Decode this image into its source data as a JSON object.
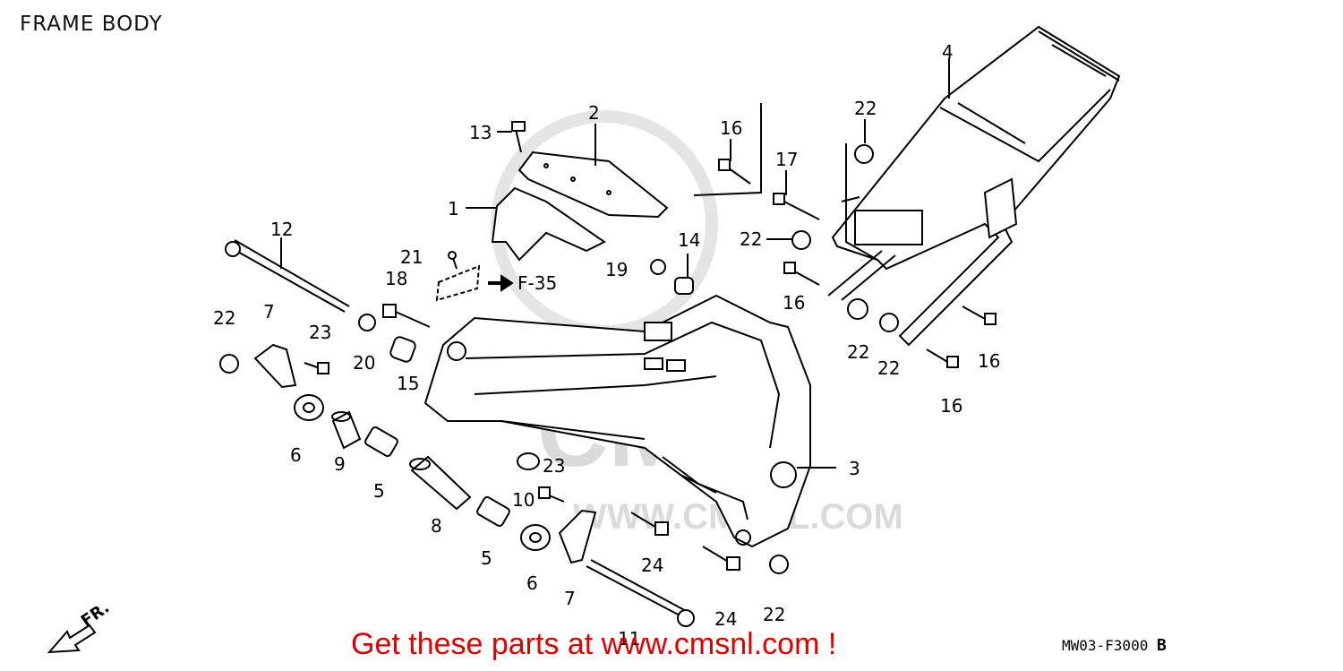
{
  "title": "FRAME BODY",
  "watermark": {
    "text": "CMS",
    "subtext": "WWW.CMSNL.COM"
  },
  "reference": {
    "label": "F-35"
  },
  "diagram_code": "MW03-F3000",
  "diagram_code_suffix": "B",
  "front_indicator": "FR.",
  "promo": "Get these parts at www.cmsnl.com !",
  "callouts": [
    {
      "id": "c1",
      "label": "1"
    },
    {
      "id": "c2",
      "label": "2"
    },
    {
      "id": "c3",
      "label": "3"
    },
    {
      "id": "c4",
      "label": "4"
    },
    {
      "id": "c5a",
      "label": "5"
    },
    {
      "id": "c5b",
      "label": "5"
    },
    {
      "id": "c6a",
      "label": "6"
    },
    {
      "id": "c6b",
      "label": "6"
    },
    {
      "id": "c7a",
      "label": "7"
    },
    {
      "id": "c7b",
      "label": "7"
    },
    {
      "id": "c8",
      "label": "8"
    },
    {
      "id": "c9",
      "label": "9"
    },
    {
      "id": "c10",
      "label": "10"
    },
    {
      "id": "c11",
      "label": "11"
    },
    {
      "id": "c12",
      "label": "12"
    },
    {
      "id": "c13",
      "label": "13"
    },
    {
      "id": "c14",
      "label": "14"
    },
    {
      "id": "c15",
      "label": "15"
    },
    {
      "id": "c16a",
      "label": "16"
    },
    {
      "id": "c16b",
      "label": "16"
    },
    {
      "id": "c16c",
      "label": "16"
    },
    {
      "id": "c16d",
      "label": "16"
    },
    {
      "id": "c17",
      "label": "17"
    },
    {
      "id": "c18",
      "label": "18"
    },
    {
      "id": "c19",
      "label": "19"
    },
    {
      "id": "c20",
      "label": "20"
    },
    {
      "id": "c21",
      "label": "21"
    },
    {
      "id": "c22a",
      "label": "22"
    },
    {
      "id": "c22b",
      "label": "22"
    },
    {
      "id": "c22c",
      "label": "22"
    },
    {
      "id": "c22d",
      "label": "22"
    },
    {
      "id": "c22e",
      "label": "22"
    },
    {
      "id": "c22f",
      "label": "22"
    },
    {
      "id": "c23a",
      "label": "23"
    },
    {
      "id": "c23b",
      "label": "23"
    },
    {
      "id": "c24a",
      "label": "24"
    },
    {
      "id": "c24b",
      "label": "24"
    }
  ]
}
